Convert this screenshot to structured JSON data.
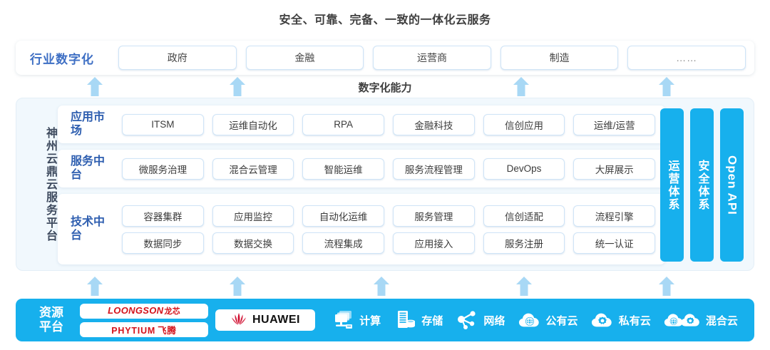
{
  "title": "安全、可靠、完备、一致的一体化云服务",
  "capability_band": {
    "label": "数字化能力"
  },
  "industry": {
    "label": "行业数字化",
    "items": [
      {
        "label": "政府"
      },
      {
        "label": "金融"
      },
      {
        "label": "运营商"
      },
      {
        "label": "制造"
      },
      {
        "label": "……"
      }
    ]
  },
  "platform": {
    "vertical_label": "神州云鼎云服务平台",
    "sections": [
      {
        "name": "app-market",
        "label": "应用市场",
        "rows": [
          [
            "ITSM",
            "运维自动化",
            "RPA",
            "金融科技",
            "信创应用",
            "运维/运营"
          ]
        ]
      },
      {
        "name": "service-midend",
        "label": "服务中台",
        "rows": [
          [
            "微服务治理",
            "混合云管理",
            "智能运维",
            "服务流程管理",
            "DevOps",
            "大屏展示"
          ]
        ]
      },
      {
        "name": "tech-midend",
        "label": "技术中台",
        "rows": [
          [
            "容器集群",
            "应用监控",
            "自动化运维",
            "服务管理",
            "信创适配",
            "流程引擎"
          ],
          [
            "数据同步",
            "数据交换",
            "流程集成",
            "应用接入",
            "服务注册",
            "统一认证"
          ]
        ]
      }
    ],
    "side_bars": [
      {
        "label": "运营体系",
        "latin": false
      },
      {
        "label": "安全体系",
        "latin": false
      },
      {
        "label": "Open API",
        "latin": true
      }
    ]
  },
  "resource": {
    "label_line1": "资源",
    "label_line2": "平台",
    "vendors": [
      {
        "name": "loongson",
        "latin": "LOONGSON",
        "cn": "龙芯"
      },
      {
        "name": "phytium",
        "latin": "PHYTIUM",
        "cn": "飞腾"
      }
    ],
    "huawei": {
      "text": "HUAWEI",
      "icon": "huawei-flower-icon"
    },
    "items": [
      {
        "label": "计算",
        "icon": "compute-icon"
      },
      {
        "label": "存储",
        "icon": "storage-icon"
      },
      {
        "label": "网络",
        "icon": "network-icon"
      },
      {
        "label": "公有云",
        "icon": "public-cloud-icon"
      },
      {
        "label": "私有云",
        "icon": "private-cloud-icon"
      },
      {
        "label": "混合云",
        "icon": "hybrid-cloud-icon"
      }
    ]
  },
  "colors": {
    "accent_blue": "#17b0ed",
    "arrow_blue": "#a8d8f5",
    "label_blue": "#2f5fb0",
    "industry_label_blue": "#3e6fc4",
    "panel_bg": "#f1f8fd",
    "logo_red": "#d4121a",
    "title_gray": "#3f3f3f"
  }
}
